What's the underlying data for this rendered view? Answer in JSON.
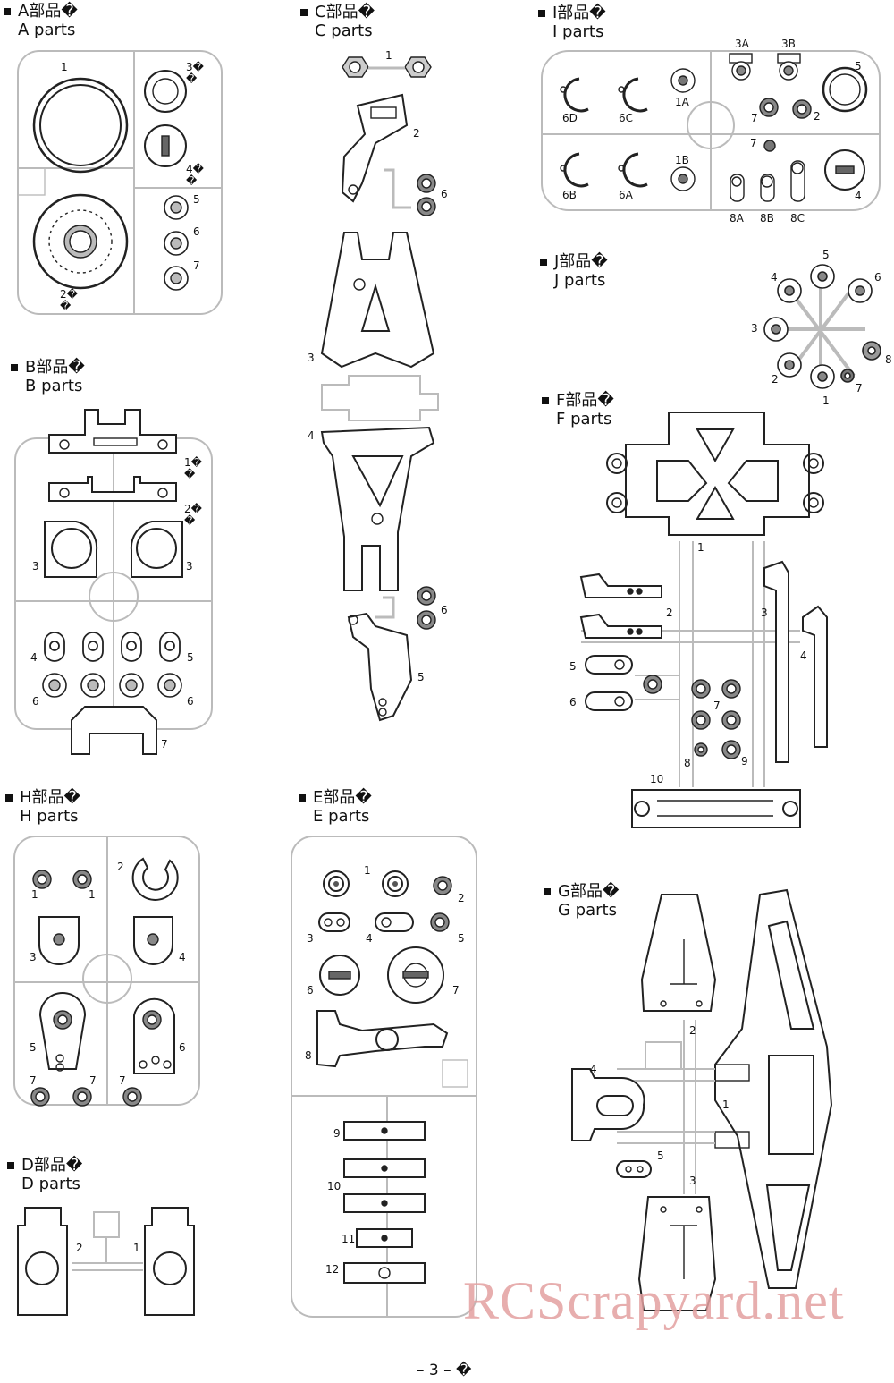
{
  "sections": {
    "A": {
      "jp": "A部品�",
      "en": "A parts"
    },
    "B": {
      "jp": "B部品�",
      "en": "B parts"
    },
    "C": {
      "jp": "C部品�",
      "en": "C parts"
    },
    "D": {
      "jp": "D部品�",
      "en": "D parts"
    },
    "E": {
      "jp": "E部品�",
      "en": "E parts"
    },
    "F": {
      "jp": "F部品�",
      "en": "F parts"
    },
    "G": {
      "jp": "G部品�",
      "en": "G parts"
    },
    "H": {
      "jp": "H部品�",
      "en": "H parts"
    },
    "I": {
      "jp": "I部品�",
      "en": "I parts"
    },
    "J": {
      "jp": "J部品�",
      "en": "J parts"
    }
  },
  "labels": {
    "a": [
      "1",
      "3�\n�",
      "4�\n�",
      "5",
      "6",
      "7",
      "2�\n�"
    ],
    "b": [
      "1�\n�",
      "2�\n�",
      "3",
      "3",
      "4",
      "5",
      "6",
      "6",
      "7"
    ],
    "c": [
      "1",
      "2",
      "6",
      "3",
      "4",
      "6",
      "5"
    ],
    "i": [
      "3A",
      "3B",
      "5",
      "1A",
      "7",
      "2",
      "6D",
      "6C",
      "7",
      "1B",
      "6B",
      "6A",
      "4",
      "8A",
      "8B",
      "8C"
    ],
    "j": [
      "5",
      "4",
      "6",
      "3",
      "8",
      "2",
      "7",
      "1"
    ],
    "f": [
      "1",
      "2",
      "3",
      "4",
      "5",
      "6",
      "7",
      "8",
      "9",
      "10"
    ],
    "h": [
      "2",
      "1",
      "1",
      "3",
      "4",
      "5",
      "6",
      "7",
      "7",
      "7"
    ],
    "e": [
      "1",
      "2",
      "3",
      "4",
      "5",
      "6",
      "7",
      "8",
      "9",
      "10",
      "11",
      "12"
    ],
    "g": [
      "4",
      "2",
      "1",
      "5",
      "3"
    ],
    "d": [
      "2",
      "1"
    ]
  },
  "watermark": "RCScrapyard.net",
  "page_number": "– 3 – �"
}
